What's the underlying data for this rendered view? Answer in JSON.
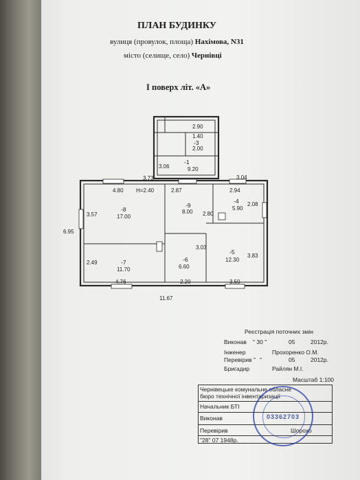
{
  "doc": {
    "title": "ПЛАН БУДИНКУ",
    "street_label": "вулиця (провулок, площа)",
    "street_value": "Нахімова, N31",
    "city_label": "місто (селище, село)",
    "city_value": "Чернівці",
    "floor_label": "І поверх літ. «А»"
  },
  "plan": {
    "dims": [
      "2.90",
      "1.40",
      "2.00",
      "3.06",
      "9.20",
      "3.73",
      "3.04",
      "4.80",
      "H=2.40",
      "2.87",
      "2.94",
      "2.08",
      "3.57",
      "17.00",
      "8.00",
      "2.80",
      "5.90",
      "6.95",
      "2.49",
      "11.70",
      "3.03",
      "6.60",
      "3.83",
      "12.30",
      "4.76",
      "2.20",
      "3.50",
      "11.67"
    ],
    "rooms": [
      "-1",
      "-3",
      "-8",
      "-9",
      "-4",
      "-7",
      "-6",
      "-5"
    ]
  },
  "registry": {
    "heading": "Реєстрація поточних змін",
    "executed_label": "Виконав",
    "executed_day": "\" 30 \"",
    "executed_month": "05",
    "executed_year": "2012р.",
    "engineer_label": "Інженер",
    "engineer_value": "Прохоренко О.М.",
    "checked_label": "Перевірив \"",
    "checked_day": "\"",
    "checked_month": "05",
    "checked_year": "2012р.",
    "foreman_label": "Бригадир",
    "foreman_value": "Райлян М.І.",
    "scale": "Масштаб 1:100"
  },
  "bti": {
    "org": "Чернівецьке комунальне обласне бюро технічної інвентаризації",
    "head_label": "Начальник БТІ",
    "executed_label": "Виконав",
    "checked_label": "Перевірив",
    "checked_value": "Шорохо",
    "date": "\"28\" 07 1948р.",
    "stamp_code": "03362703"
  }
}
